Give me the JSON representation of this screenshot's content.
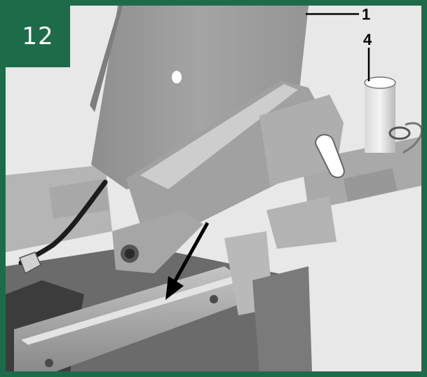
{
  "step_number": "12",
  "callouts": [
    {
      "label": "1",
      "refers_to": "upright-post"
    },
    {
      "label": "4",
      "refers_to": "hitch-pin"
    }
  ],
  "colors": {
    "frame_green": "#1e6b4a",
    "metal_gray": "#9a9a9a"
  }
}
